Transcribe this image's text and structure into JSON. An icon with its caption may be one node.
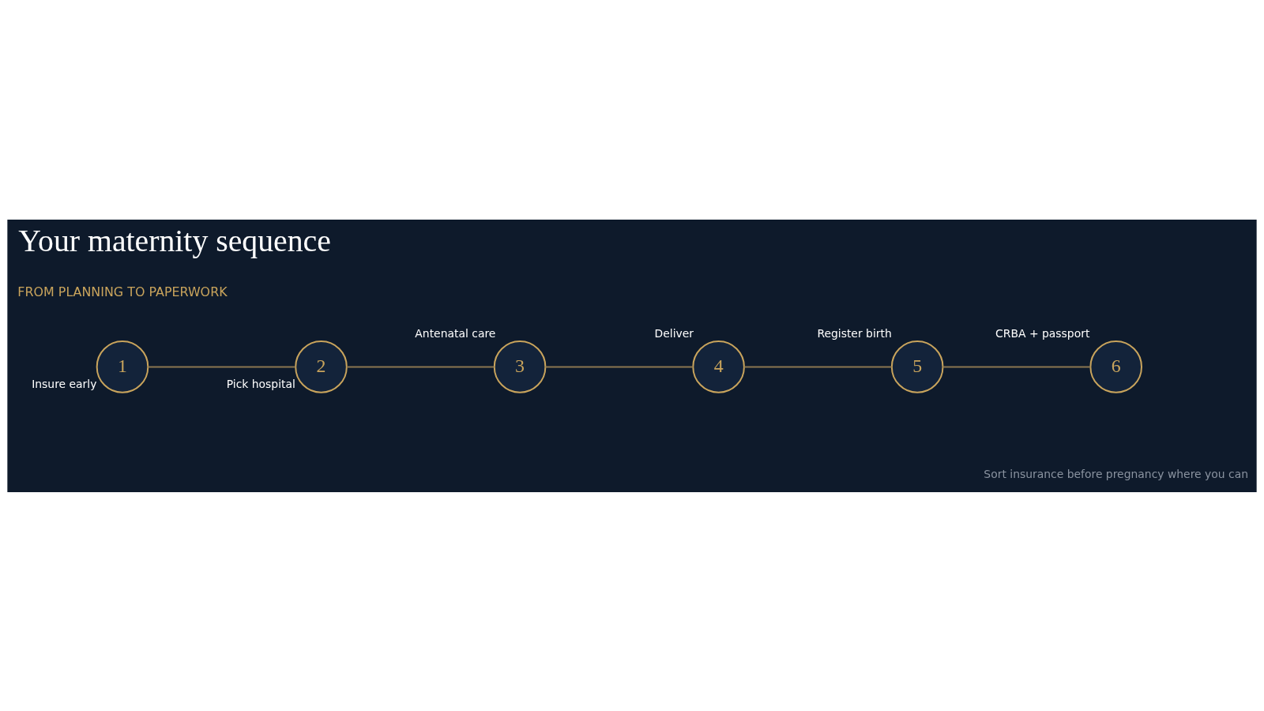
{
  "diagram": {
    "title": "Your maternity sequence",
    "caption": "Sort insurance before pregnancy where you can",
    "nodes": [
      {
        "text": [
          "1"
        ],
        "beside": [
          "Insure early"
        ]
      },
      {
        "text": [
          "2"
        ],
        "beside": [
          "Pick hospital"
        ]
      },
      {
        "text": [
          "3"
        ],
        "beside": [
          "Antenatal care"
        ]
      },
      {
        "text": [
          "4"
        ],
        "beside": [
          "Deliver"
        ]
      },
      {
        "text": [
          "5"
        ],
        "beside": [
          "Register birth"
        ]
      },
      {
        "text": [
          "6"
        ],
        "beside": [
          "CRBA + passport"
        ]
      }
    ],
    "edges": [
      {
        "from": 0,
        "to": 1,
        "arrow": "none"
      },
      {
        "from": 1,
        "to": 2,
        "arrow": "none"
      },
      {
        "from": 2,
        "to": 3,
        "arrow": "none"
      },
      {
        "from": 3,
        "to": 4,
        "arrow": "none"
      },
      {
        "from": 4,
        "to": 5,
        "arrow": "none"
      }
    ],
    "labels": [
      "FROM PLANNING TO PAPERWORK"
    ]
  }
}
